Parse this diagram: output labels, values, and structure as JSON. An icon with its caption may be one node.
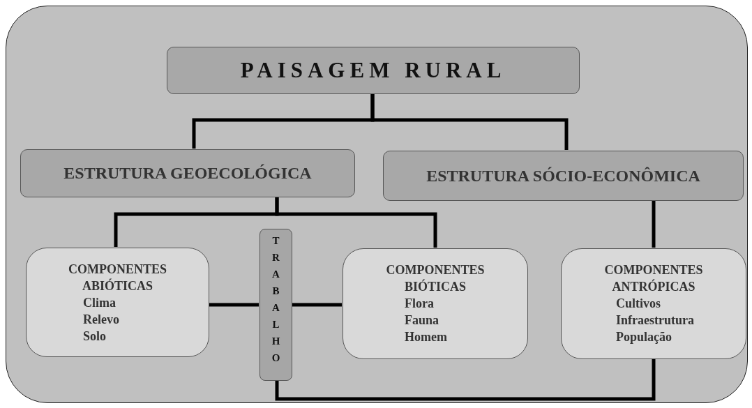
{
  "diagram": {
    "nodes": [
      {
        "text": [],
        "shape": "box"
      },
      {
        "text": [
          "PAISAGEM RURAL"
        ],
        "in": 0
      },
      {
        "text": [
          "ESTRUTURA GEOECOLÓGICA"
        ],
        "in": 0
      },
      {
        "text": [
          "ESTRUTURA SÓCIO-ECONÔMICA"
        ],
        "in": 0
      },
      {
        "text": [
          "COMPONENTES ABIÓTICAS",
          "Clima",
          "Relevo",
          "Solo"
        ],
        "in": 0
      },
      {
        "text": [
          "TRABALHO"
        ],
        "in": 0
      },
      {
        "text": [
          "COMPONENTES BIÓTICAS",
          "Flora",
          "Fauna",
          "Homem"
        ],
        "in": 0
      },
      {
        "text": [
          "COMPONENTES ANTRÓPICAS",
          "Cultivos",
          "Infraestrutura",
          "População"
        ],
        "in": 0
      }
    ],
    "edges": [
      {
        "from": 1,
        "to": 2,
        "arrow": "none"
      },
      {
        "from": 1,
        "to": 3,
        "arrow": "none"
      },
      {
        "from": 2,
        "to": 4,
        "arrow": "none"
      },
      {
        "from": 2,
        "to": 6,
        "arrow": "none"
      },
      {
        "from": 4,
        "to": 5,
        "arrow": "none"
      },
      {
        "from": 5,
        "to": 6,
        "arrow": "none"
      },
      {
        "from": 3,
        "to": 7,
        "arrow": "none"
      },
      {
        "from": 7,
        "to": 5,
        "arrow": "none"
      }
    ]
  }
}
